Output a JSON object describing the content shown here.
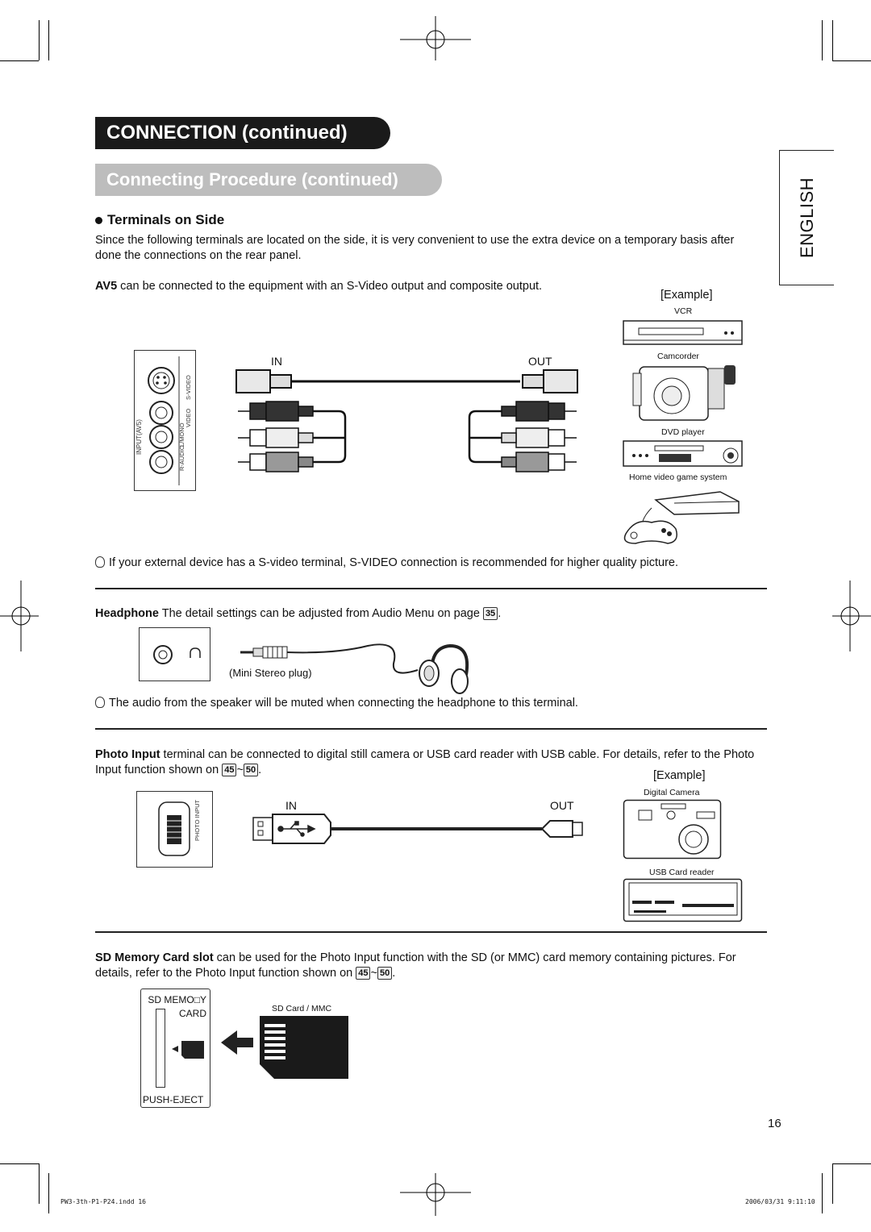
{
  "header": {
    "title": "CONNECTION (continued)",
    "subtitle": "Connecting Procedure (continued)",
    "language_tab": "ENGLISH"
  },
  "terminals_side": {
    "heading": "Terminals on Side",
    "intro": "Since the following terminals are located on the side, it is very convenient to use the extra device on a temporary basis after done the connections on the rear panel.",
    "av5_bold": "AV5",
    "av5_text": " can be connected to the equipment with an S-Video output and composite output.",
    "example": "[Example]",
    "panel_label": "INPUT(AV5)",
    "panel_svideo": "S-VIDEO",
    "panel_video": "VIDEO",
    "panel_lmono": "L/MONO",
    "panel_audio": "R-AUDIO",
    "in_label": "IN",
    "out_label": "OUT",
    "devices": [
      "VCR",
      "Camcorder",
      "DVD player",
      "Home video game system"
    ],
    "tip": "If your external device has a S-video terminal, S-VIDEO connection is recommended for higher quality picture."
  },
  "headphone": {
    "bold": "Headphone",
    "text": " The detail settings can be adjusted from Audio Menu on page ",
    "page": "35",
    "plug_label": "(Mini Stereo plug)",
    "tip": "The audio from the speaker will be muted when connecting the headphone to this terminal."
  },
  "photo_input": {
    "bold": "Photo Input",
    "text": " terminal can be connected to digital still camera or USB card reader with USB cable. For details, refer to the Photo Input function shown on ",
    "page_from": "45",
    "page_to": "50",
    "example": "[Example]",
    "panel_label": "PHOTO INPUT",
    "in_label": "IN",
    "out_label": "OUT",
    "devices": [
      "Digital Camera",
      "USB Card reader"
    ]
  },
  "sd_card": {
    "bold": "SD Memory Card slot",
    "text": " can be used for the Photo Input function with the SD (or MMC) card memory containing pictures. For details, refer to the Photo Input function shown on ",
    "page_from": "45",
    "page_to": "50",
    "slot_label_1": "SD MEMO□Y",
    "slot_label_2": "CARD",
    "eject_label": "PUSH-EJECT",
    "card_label": "SD Card / MMC"
  },
  "footer": {
    "page_number": "16",
    "file": "PW3-3th-P1-P24.indd   16",
    "datetime": "2006/03/31   9:11:10"
  }
}
